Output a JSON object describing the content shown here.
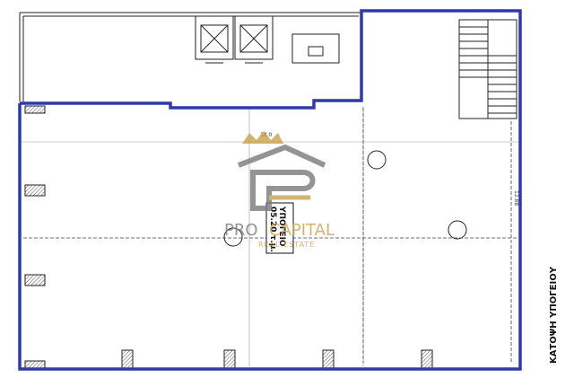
{
  "plan": {
    "title": "ΚΑΤΟΨΗ ΥΠΟΓΕΙΟΥ",
    "room_label": "ΥΠΟΓΕΙΟ",
    "room_area": "05.20 τ.μ.",
    "dimension_right": "12.88",
    "dimension_top": "18.0"
  },
  "watermark": {
    "brand_left": "PRO",
    "brand_right": "CAPITAL",
    "tagline": "REAL ESTATE",
    "color_gold": "#c9a24a",
    "color_grey": "#7a7a7a"
  },
  "colors": {
    "wall": "#2e3aa8",
    "line": "#222222",
    "hatch": "#555555"
  }
}
